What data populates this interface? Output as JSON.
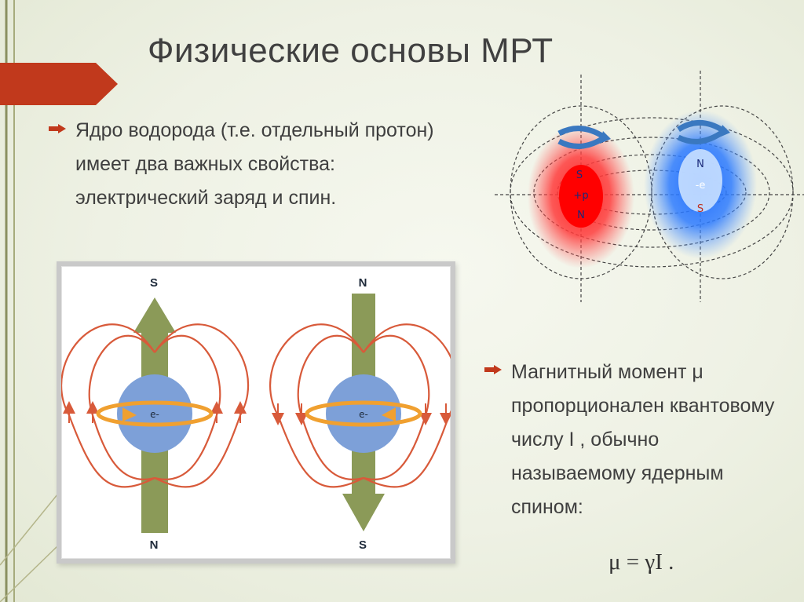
{
  "slide": {
    "title": "Физические основы МРТ",
    "accent_color": "#c1391c",
    "bullets": [
      "Ядро водорода (т.е. отдельный протон) имеет два важных свойства: электрический заряд и спин.",
      "Магнитный момент μ пропорционален квантовому числу I , обычно называемому ядерным спином:"
    ],
    "formula": "μ = γI ."
  },
  "top_diagram": {
    "red_labels": [
      "S",
      "+p",
      "N"
    ],
    "blue_labels": [
      "N",
      "-e",
      "S"
    ]
  },
  "dipole_diagram": {
    "left": {
      "top_pole": "S",
      "bottom_pole": "N",
      "particle": "e-"
    },
    "right": {
      "top_pole": "N",
      "bottom_pole": "S",
      "particle": "e-"
    }
  }
}
